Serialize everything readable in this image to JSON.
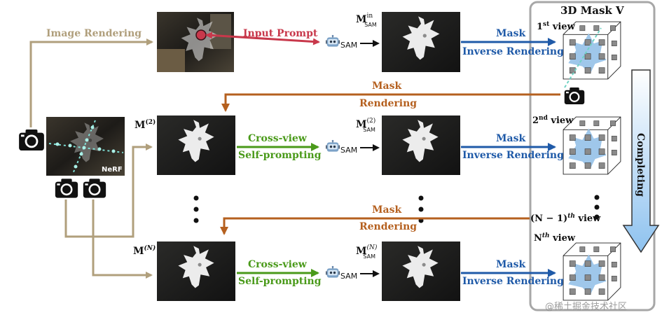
{
  "labels": {
    "image_rendering": "Image Rendering",
    "input_prompt": "Input Prompt",
    "mask_inverse_top": "Mask",
    "inverse_rendering_top": "Inverse Rendering",
    "mask_rendering_1a": "Mask",
    "mask_rendering_1b": "Rendering",
    "cross_view_1": "Cross-view",
    "self_prompting_1": "Self-prompting",
    "mask_inverse_mid": "Mask",
    "inverse_rendering_mid": "Inverse Rendering",
    "mask_rendering_2a": "Mask",
    "mask_rendering_2b": "Rendering",
    "cross_view_2": "Cross-view",
    "self_prompting_2": "Self-prompting",
    "mask_inverse_bot": "Mask",
    "inverse_rendering_bot": "Inverse Rendering",
    "mask3d_title": "3D Mask V",
    "completing": "Completing",
    "view_1": "1",
    "view_1_sup": "st",
    "view_2": "2",
    "view_2_sup": "nd",
    "view_n1": "(N − 1)",
    "view_n1_sup": "th",
    "view_n": "N",
    "view_n_sup": "th",
    "view_word": "view",
    "m2": "M",
    "m2_sup": "(2)",
    "mn": "M",
    "mn_sup": "(N)",
    "msam_in": "M",
    "msam_in_sup": "in",
    "msam_sub": "SAM",
    "msam2_sup": "(2)",
    "msamn_sup": "(N)",
    "sam": "SAM",
    "nerf": "NeRF",
    "watermark": "@稀土掘金技术社区"
  },
  "colors": {
    "tan": "#b09f7c",
    "red": "#c8384b",
    "blue": "#1f5aa8",
    "orange": "#b5601f",
    "green": "#4a9a1a",
    "cube_face": "#9fc7ea"
  }
}
